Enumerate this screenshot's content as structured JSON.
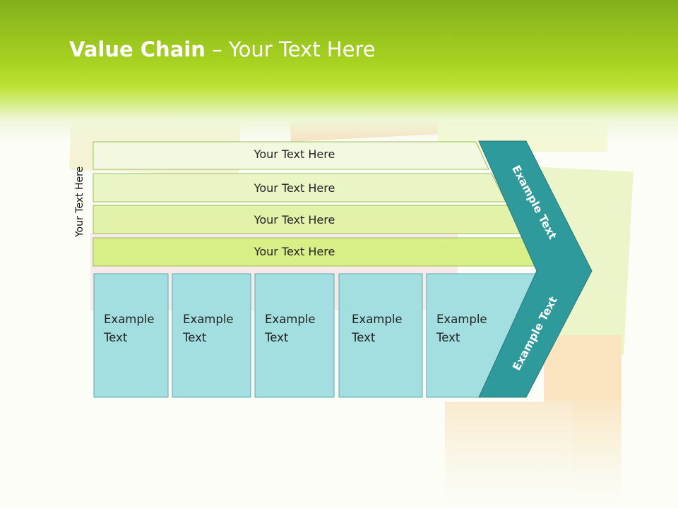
{
  "title": {
    "bold": "Value Chain",
    "rest": " – Your Text Here"
  },
  "side_label": "Your Text Here",
  "bars": [
    "Your Text Here",
    "Your Text Here",
    "Your Text Here",
    "Your Text Here"
  ],
  "boxes": [
    {
      "line1": "Example",
      "line2": "Text"
    },
    {
      "line1": "Example",
      "line2": "Text"
    },
    {
      "line1": "Example",
      "line2": "Text"
    },
    {
      "line1": "Example",
      "line2": "Text"
    },
    {
      "line1": "Example",
      "line2": "Text"
    }
  ],
  "arrow": {
    "upper": "Example Text",
    "lower": "Example Text"
  },
  "colors": {
    "header": "#a9d321",
    "bar1": "#f3f9e1",
    "bar2": "#eaf5c6",
    "bar3": "#e2f2a8",
    "bar4": "#d8ee87",
    "box": "#a3dfe0",
    "arrow": "#2f9a9c"
  }
}
